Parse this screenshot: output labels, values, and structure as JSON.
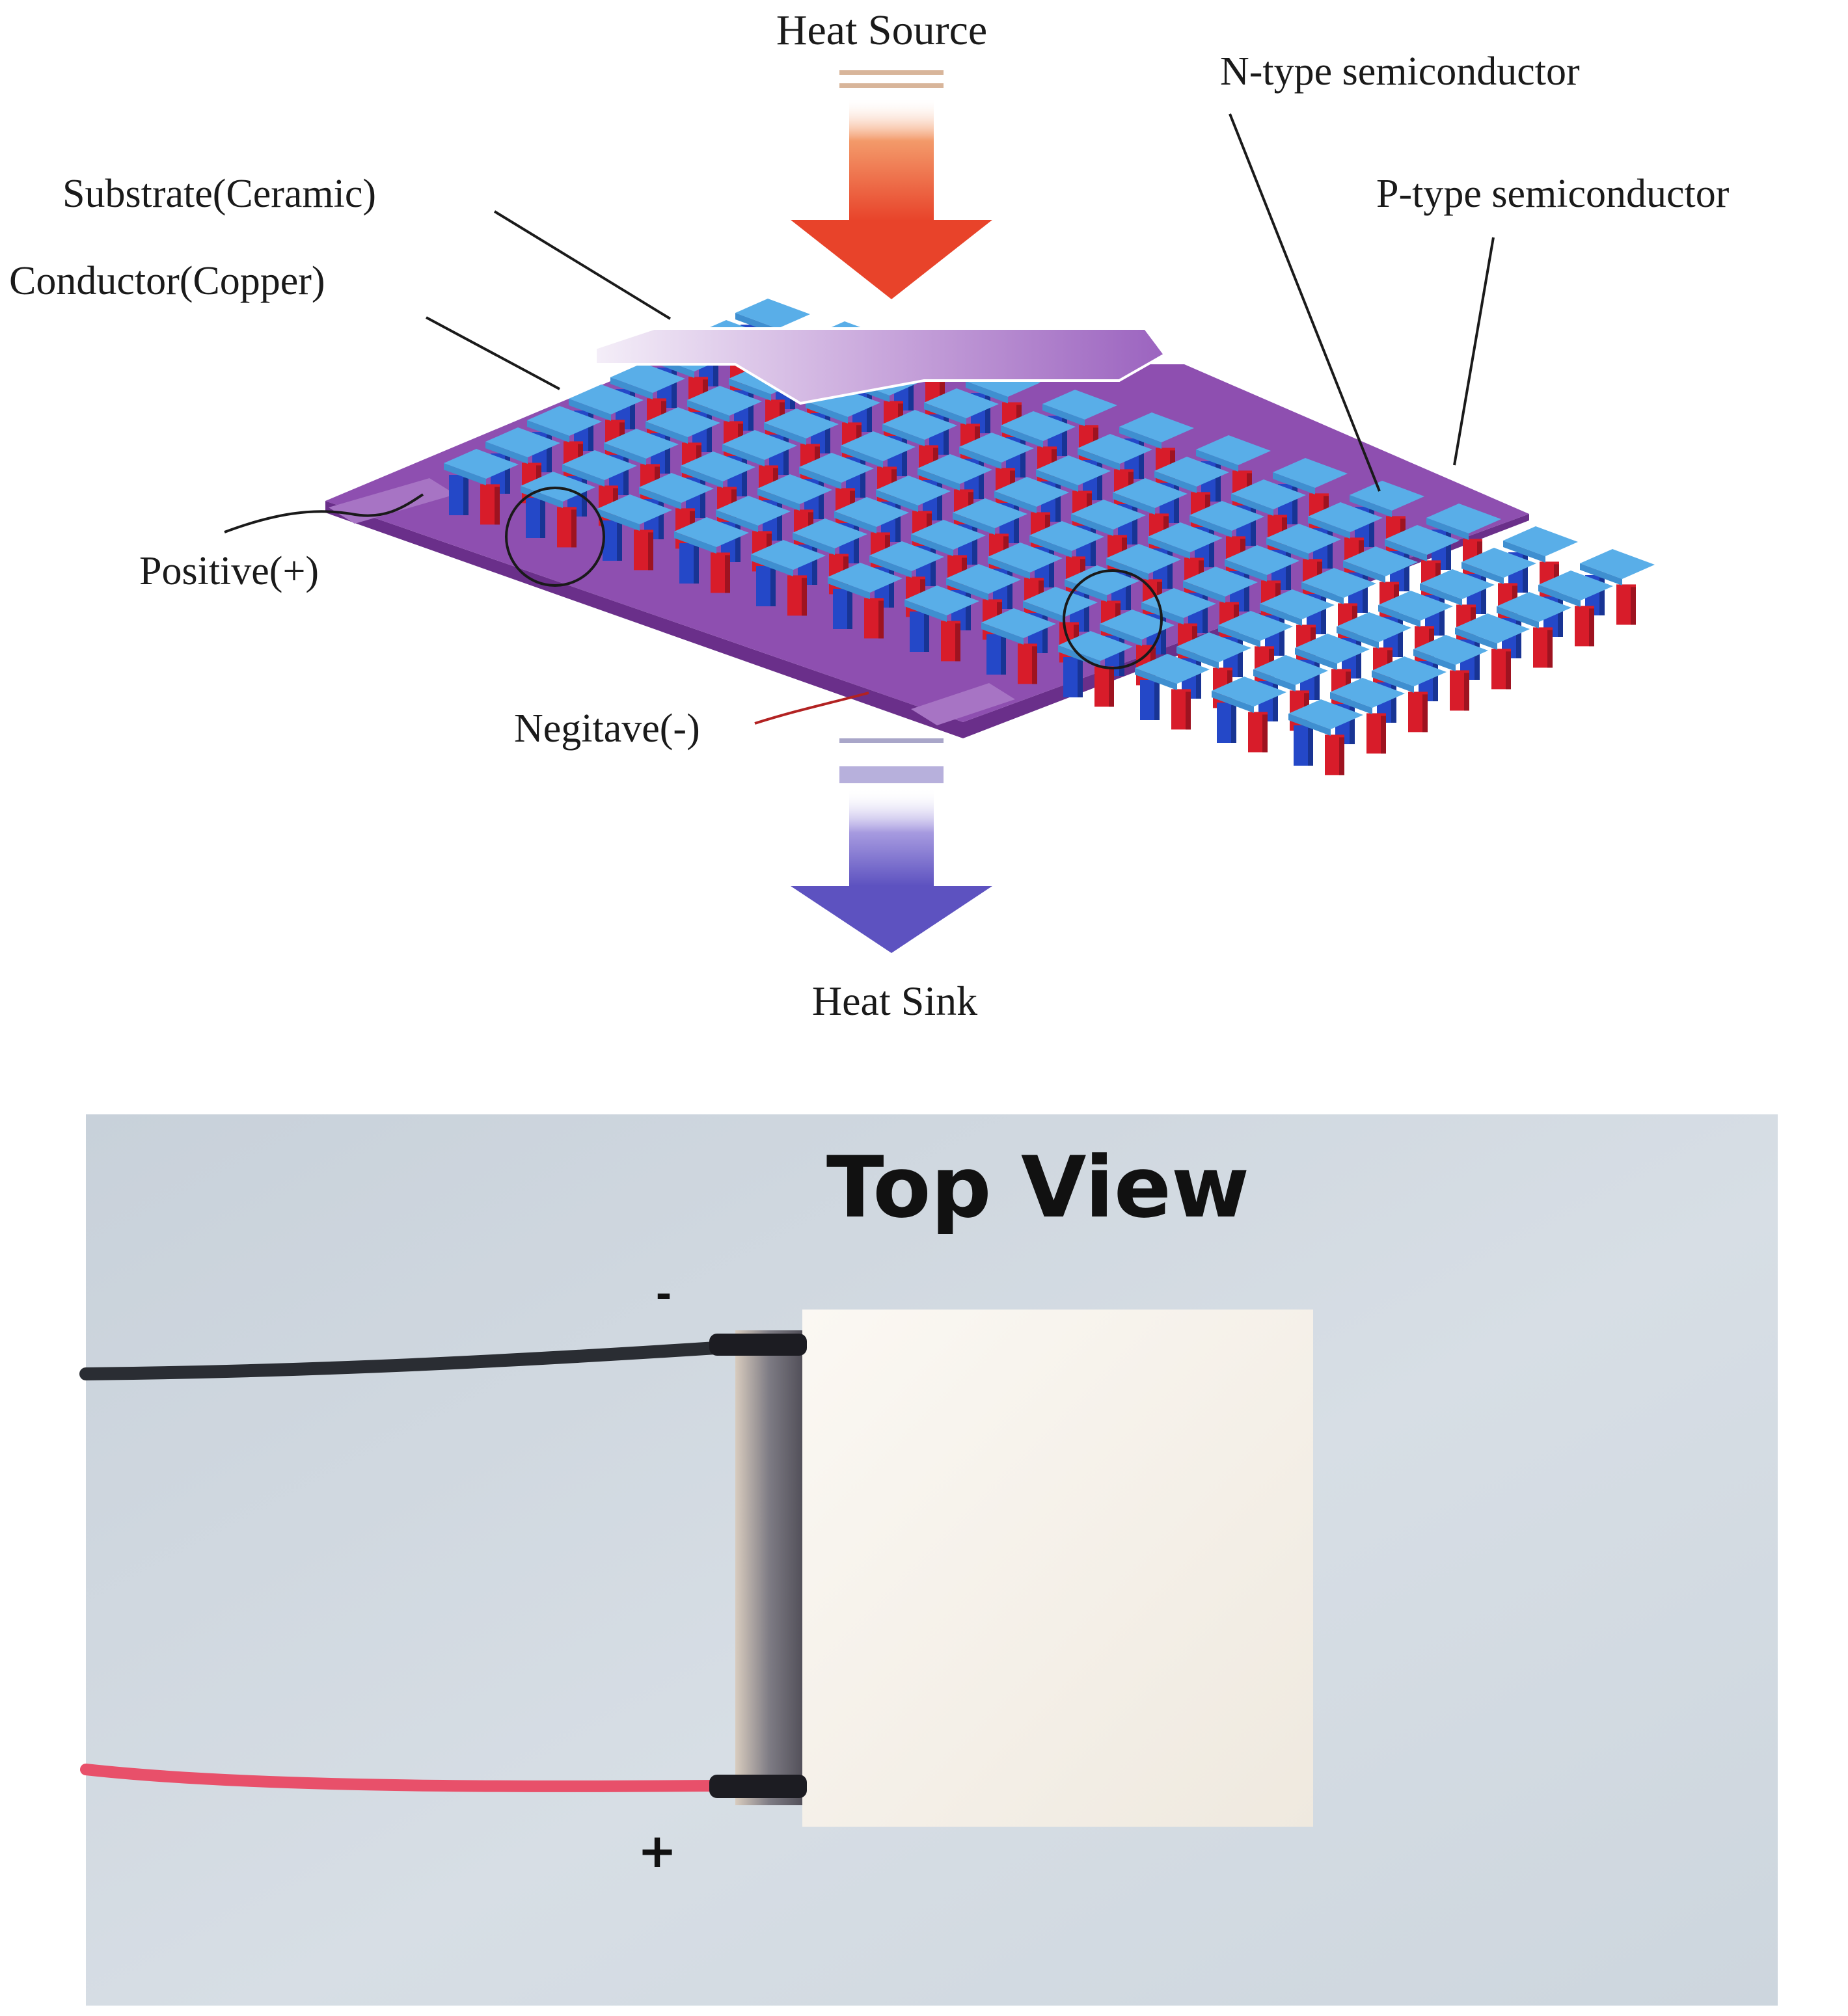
{
  "diagram": {
    "labels": {
      "heat_source": "Heat Source",
      "n_type": "N-type semiconductor",
      "p_type": "P-type semiconductor",
      "substrate": "Substrate(Ceramic)",
      "conductor": "Conductor(Copper)",
      "positive": "Positive(+)",
      "negative": "Negitave(-)",
      "heat_sink": "Heat Sink"
    },
    "colors": {
      "heat_arrow": "#e8432a",
      "sink_arrow": "#6a5fc8",
      "substrate": "#8e4fb0",
      "copper_top": "#59aee8",
      "n_leg": "#2448c8",
      "p_leg": "#d81c2a"
    }
  },
  "photo": {
    "title": "Top View",
    "minus_label": "-",
    "plus_label": "+",
    "colors": {
      "background": "#cfd7df",
      "module": "#f7f3ec",
      "wire_negative": "#2a2d33",
      "wire_positive": "#e8506a"
    }
  }
}
